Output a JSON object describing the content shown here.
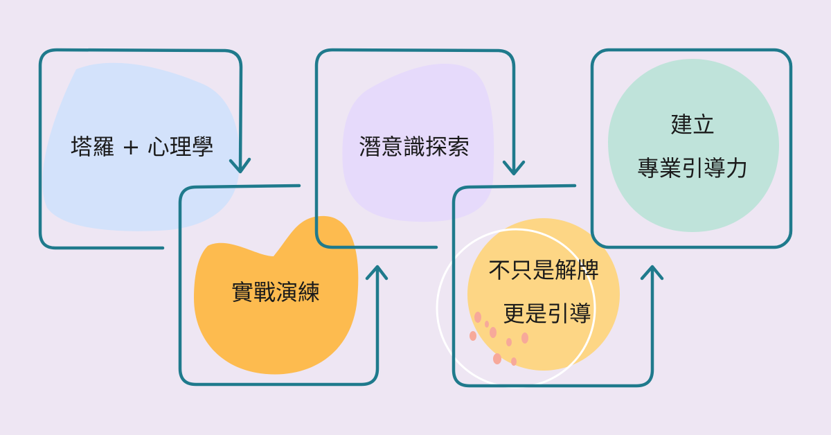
{
  "steps": [
    {
      "lines": [
        "塔羅 + 心理學"
      ]
    },
    {
      "lines": [
        "實戰演練"
      ]
    },
    {
      "lines": [
        "潛意識探索"
      ]
    },
    {
      "lines": [
        "不只是解牌",
        "更是引導"
      ]
    },
    {
      "lines": [
        "建立",
        "專業引導力"
      ]
    }
  ],
  "colors": {
    "background": "#EEE6F3",
    "stroke": "#1F7A8C",
    "blob_blue": "#D3E2FB",
    "blob_orange": "#FDBB4F",
    "blob_purple": "#E6DAFB",
    "blob_yellow": "#FDD685",
    "blob_mint": "#BFE3DA",
    "petals": "#F7A99A"
  }
}
